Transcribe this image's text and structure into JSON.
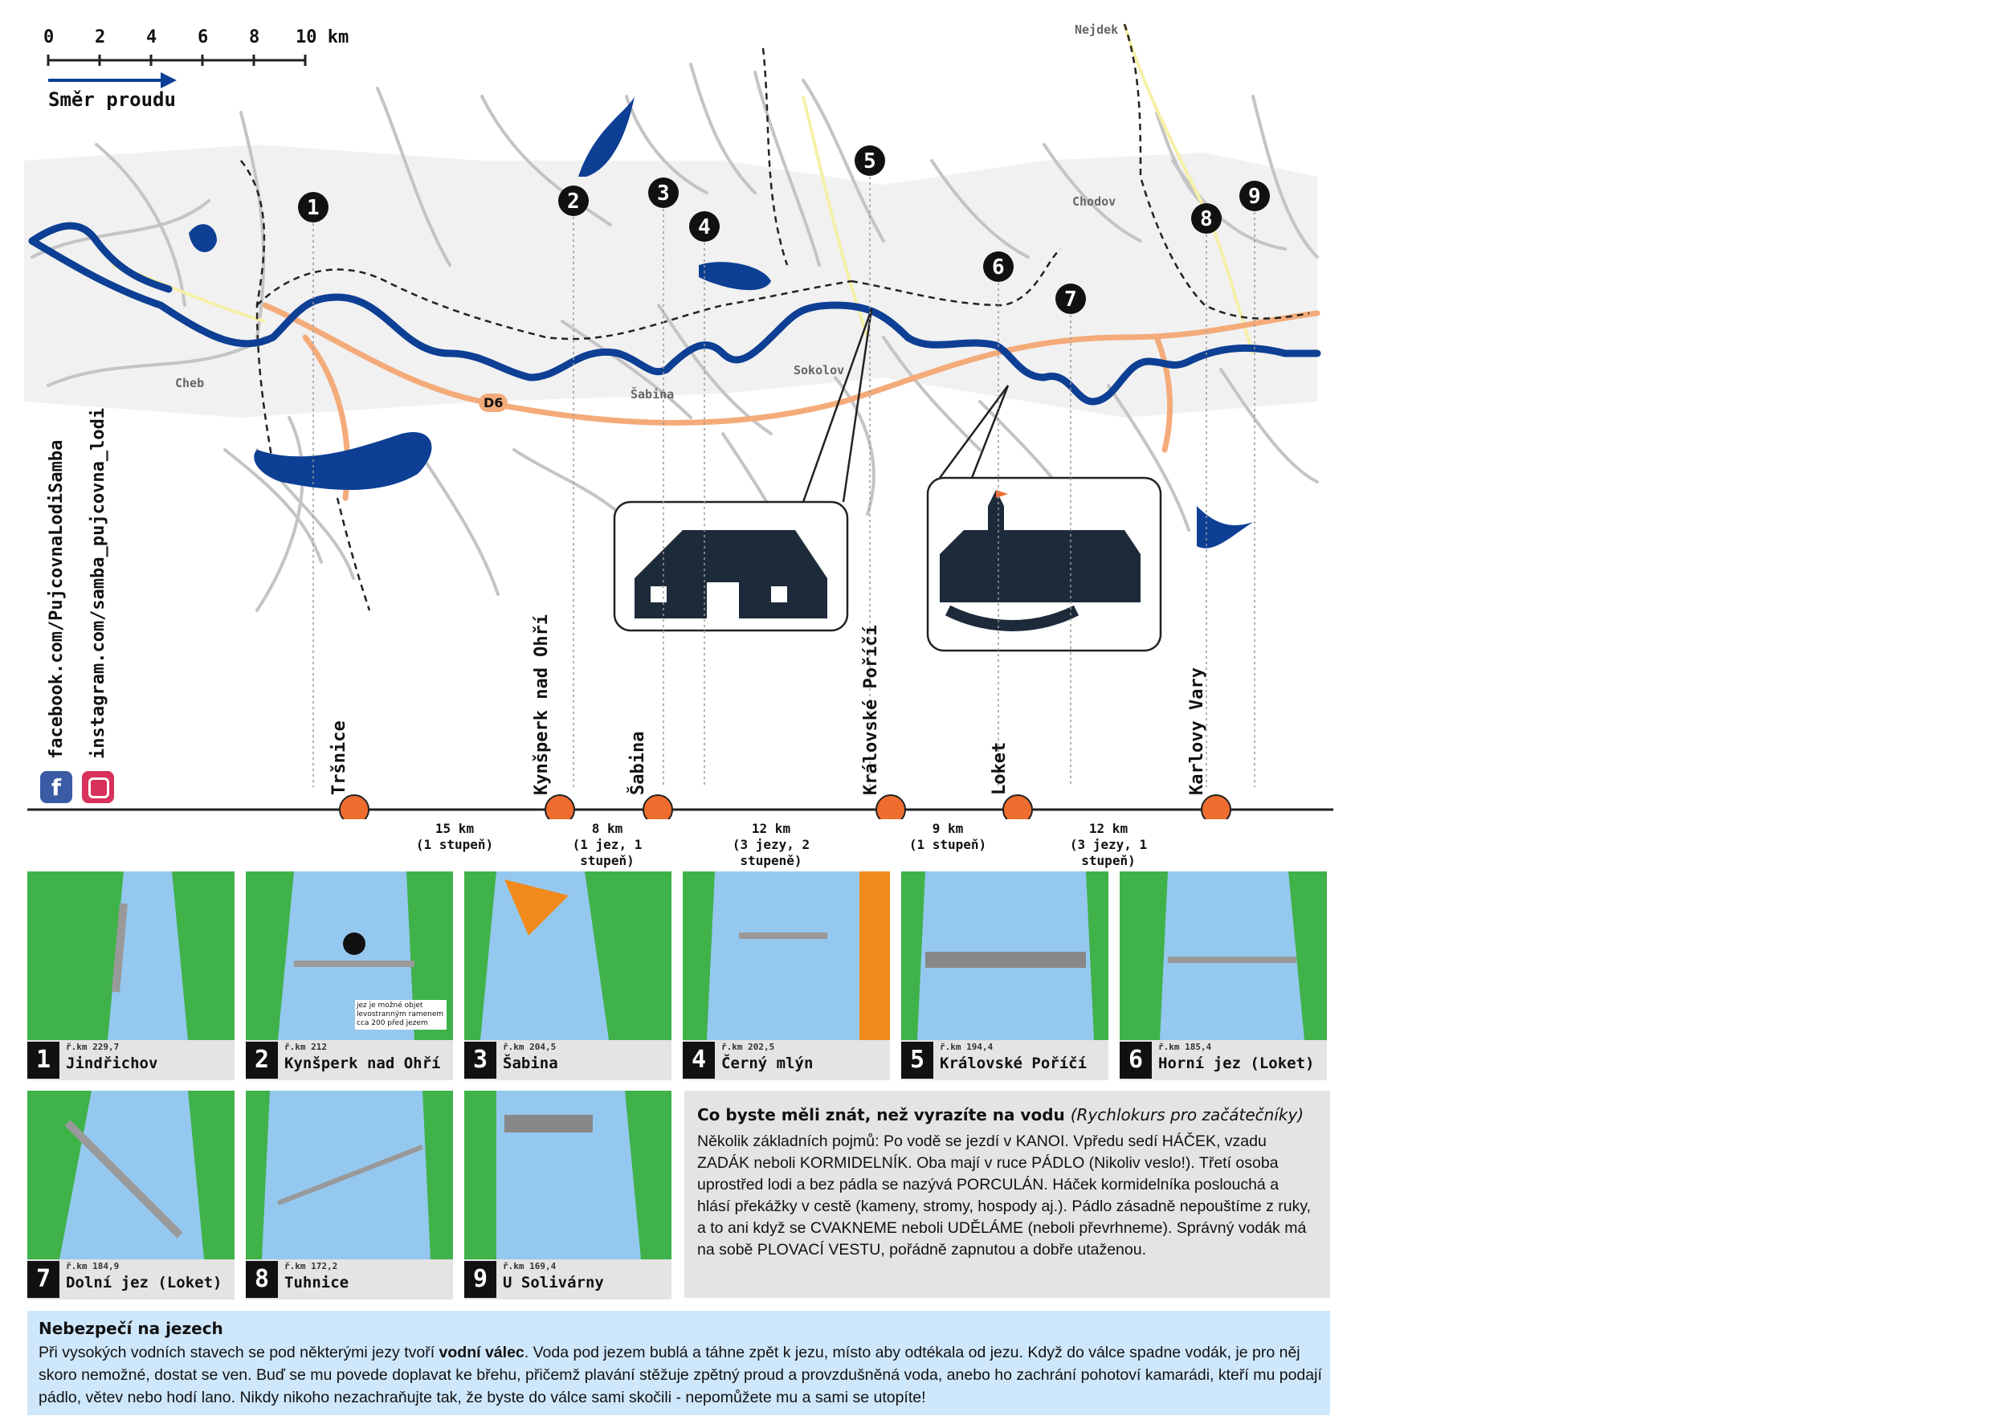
{
  "scale": {
    "ticks": [
      "0",
      "2",
      "4",
      "6",
      "8",
      "10 km"
    ],
    "direction_label": "Směr proudu"
  },
  "social": {
    "facebook": "facebook.com/PujcovnaLodiSamba",
    "instagram": "instagram.com/samba_pujcovna_lodi"
  },
  "map_labels": {
    "nejdek": "Nejdek",
    "chodov": "Chodov",
    "cheb": "Cheb",
    "sabina": "Šabina",
    "sokolov": "Sokolov",
    "highway": "D6"
  },
  "markers": [
    "1",
    "2",
    "3",
    "4",
    "5",
    "6",
    "7",
    "8",
    "9"
  ],
  "stations": [
    "Tršnice",
    "Kynšperk nad Ohří",
    "Šabina",
    "Královské Poříčí",
    "Loket",
    "Karlovy Vary"
  ],
  "distances": [
    {
      "km": "15 km",
      "note": "(1 stupeň)"
    },
    {
      "km": "8 km",
      "note": "(1 jez, 1 stupeň)"
    },
    {
      "km": "12 km",
      "note": "(3 jezy, 2 stupeně)"
    },
    {
      "km": "9 km",
      "note": "(1 stupeň)"
    },
    {
      "km": "12 km",
      "note": "(3 jezy, 1 stupeň)"
    }
  ],
  "weirs": [
    {
      "num": "1",
      "rkm": "ř.km 229,7",
      "name": "Jindřichov"
    },
    {
      "num": "2",
      "rkm": "ř.km 212",
      "name": "Kynšperk nad Ohří",
      "note": "jez je možné objet levostranným ramenem cca 200 před jezem"
    },
    {
      "num": "3",
      "rkm": "ř.km 204,5",
      "name": "Šabina"
    },
    {
      "num": "4",
      "rkm": "ř.km 202,5",
      "name": "Černý mlýn"
    },
    {
      "num": "5",
      "rkm": "ř.km 194,4",
      "name": "Královské Poříčí"
    },
    {
      "num": "6",
      "rkm": "ř.km 185,4",
      "name": "Horní jez (Loket)"
    },
    {
      "num": "7",
      "rkm": "ř.km 184,9",
      "name": "Dolní jez (Loket)"
    },
    {
      "num": "8",
      "rkm": "ř.km 172,2",
      "name": "Tuhnice"
    },
    {
      "num": "9",
      "rkm": "ř.km 169,4",
      "name": "U Solivárny"
    }
  ],
  "info": {
    "title": "Co byste měli znát, než vyrazíte na vodu",
    "subtitle": "(Rychlokurs pro začátečníky)",
    "text": "Několik základních pojmů: Po vodě se jezdí v KANOI. Vpředu sedí HÁČEK, vzadu ZADÁK neboli KORMIDELNÍK. Oba mají v ruce PÁDLO (Nikoliv veslo!). Třetí osoba uprostřed lodi a bez pádla se nazývá PORCULÁN. Háček kormidelníka poslouchá a hlásí překážky v cestě (kameny, stromy, hospody aj.). Pádlo zásadně nepouštíme z ruky, a to ani když se CVAKNEME neboli UDĚLÁME (neboli převrhneme). Správný vodák má na sobě PLOVACÍ VESTU, pořádně zapnutou a dobře utaženou."
  },
  "danger": {
    "title": "Nebezpečí na jezech",
    "text_before": "Při vysokých vodních stavech se pod některými jezy tvoří ",
    "highlight": "vodní válec",
    "text_after": ". Voda pod jezem bublá a táhne zpět k jezu, místo aby odtékala od jezu. Když do válce spadne vodák, je pro něj skoro nemožné, dostat se ven. Buď se mu povede doplavat ke břehu, přičemž plavání stěžuje zpětný proud a provzdušněná voda, anebo ho zachrání pohotoví kamarádi, kteří mu podají pádlo, větev nebo hodí lano. Nikdy nikoho nezachraňujte tak, že byste do válce sami skočili - nepomůžete mu a sami se utopíte!"
  },
  "colors": {
    "river": "#0d3f94",
    "road": "#f4ab7a",
    "water": "#95c8ef",
    "grass": "#3fb24a",
    "orange": "#ef6d2f",
    "panel": "#e4e4e4",
    "danger_bg": "#cfe7fb"
  }
}
